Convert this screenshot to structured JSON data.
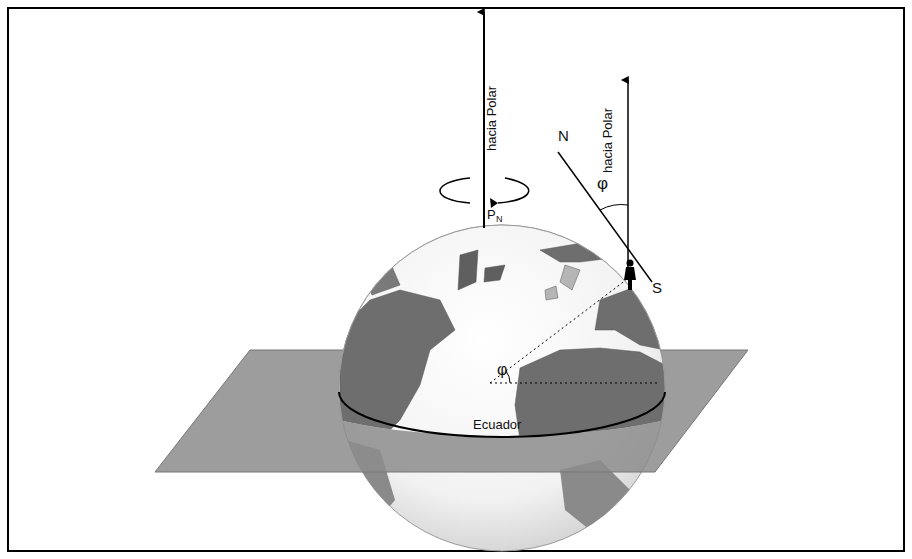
{
  "diagram": {
    "labels": [
      "hacia Polar",
      "hacia Polar",
      "P",
      "N",
      "N",
      "S",
      "φ",
      "φ",
      "Ecuador"
    ]
  }
}
